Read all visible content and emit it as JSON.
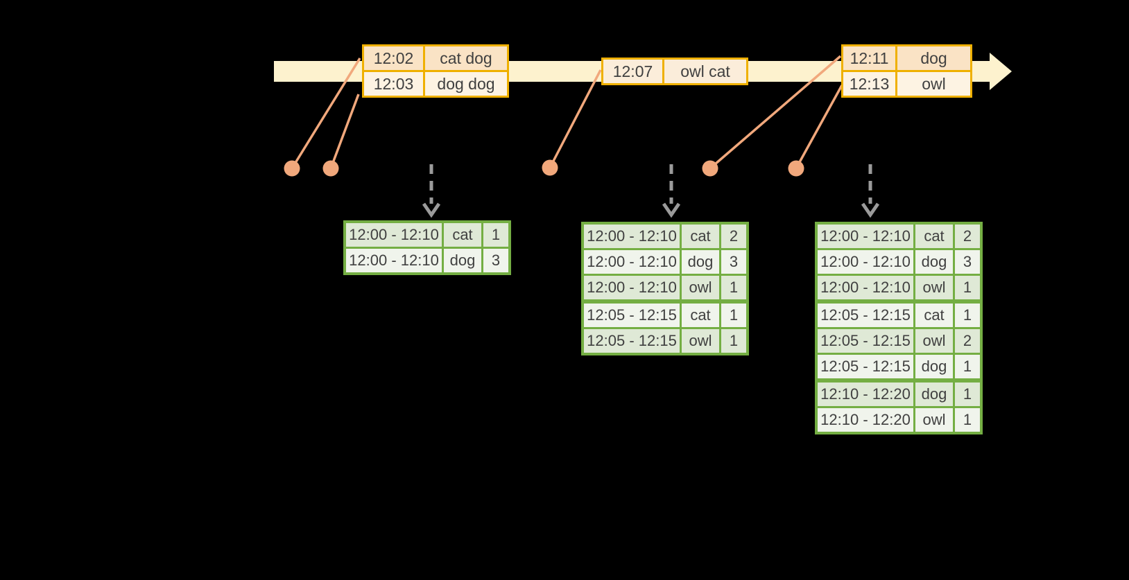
{
  "colors": {
    "background": "#000000",
    "timeline-fill": "#FDF2CE",
    "orange-border": "#EFB000",
    "orange-row-dark": "#FAE3C5",
    "orange-row-light": "#FDF3E3",
    "orange-row-mid": "#FBEDDA",
    "salmon": "#F1A87C",
    "green-border": "#74AE43",
    "green-row-dark": "#DFE9D6",
    "green-row-light": "#F0F4EC",
    "arrow-gray": "#9B9B9B",
    "text": "#404040"
  },
  "event_tables": {
    "batch1": {
      "rows": [
        {
          "time": "12:02",
          "words": "cat dog"
        },
        {
          "time": "12:03",
          "words": "dog dog"
        }
      ]
    },
    "batch2": {
      "rows": [
        {
          "time": "12:07",
          "words": "owl cat"
        }
      ]
    },
    "batch3": {
      "rows": [
        {
          "time": "12:11",
          "words": "dog"
        },
        {
          "time": "12:13",
          "words": "owl"
        }
      ]
    }
  },
  "result_tables": {
    "t1": {
      "rows": [
        {
          "window": "12:00 - 12:10",
          "word": "cat",
          "count": "1"
        },
        {
          "window": "12:00 - 12:10",
          "word": "dog",
          "count": "3"
        }
      ]
    },
    "t2": {
      "rows": [
        {
          "window": "12:00 - 12:10",
          "word": "cat",
          "count": "2"
        },
        {
          "window": "12:00 - 12:10",
          "word": "dog",
          "count": "3"
        },
        {
          "window": "12:00 - 12:10",
          "word": "owl",
          "count": "1"
        },
        {
          "window": "12:05 - 12:15",
          "word": "cat",
          "count": "1"
        },
        {
          "window": "12:05 - 12:15",
          "word": "owl",
          "count": "1"
        }
      ]
    },
    "t3": {
      "rows": [
        {
          "window": "12:00 - 12:10",
          "word": "cat",
          "count": "2"
        },
        {
          "window": "12:00 - 12:10",
          "word": "dog",
          "count": "3"
        },
        {
          "window": "12:00 - 12:10",
          "word": "owl",
          "count": "1"
        },
        {
          "window": "12:05 - 12:15",
          "word": "cat",
          "count": "1"
        },
        {
          "window": "12:05 - 12:15",
          "word": "owl",
          "count": "2"
        },
        {
          "window": "12:05 - 12:15",
          "word": "dog",
          "count": "1"
        },
        {
          "window": "12:10 - 12:20",
          "word": "dog",
          "count": "1"
        },
        {
          "window": "12:10 - 12:20",
          "word": "owl",
          "count": "1"
        }
      ]
    }
  }
}
